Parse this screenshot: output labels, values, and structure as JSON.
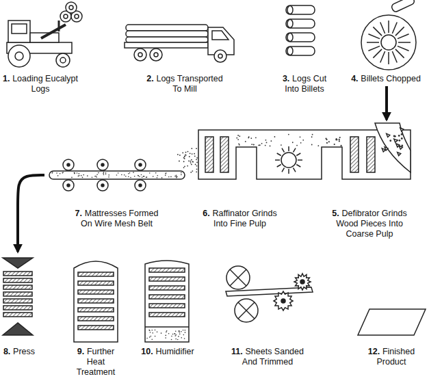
{
  "diagram": {
    "nodes": [
      {
        "text": [
          "1.",
          "Loading Eucalypt Logs"
        ]
      },
      {
        "text": [
          "2.",
          "Logs Transported To Mill"
        ]
      },
      {
        "text": [
          "3.",
          "Logs Cut Into Billets"
        ]
      },
      {
        "text": [
          "4.",
          "Billets Chopped"
        ]
      },
      {
        "text": [
          "5.",
          "Defibrator Grinds Wood Pieces Into Coarse Pulp"
        ]
      },
      {
        "text": [
          "6.",
          "Raffinator Grinds Into Fine Pulp"
        ]
      },
      {
        "text": [
          "7.",
          "Mattresses Formed On Wire Mesh Belt"
        ]
      },
      {
        "text": [
          "8.",
          "Press"
        ]
      },
      {
        "text": [
          "9.",
          "Further Heat Treatment"
        ]
      },
      {
        "text": [
          "10.",
          "Humidifier"
        ]
      },
      {
        "text": [
          "11.",
          "Sheets Sanded And Trimmed"
        ]
      },
      {
        "text": [
          "12.",
          "Finished Product"
        ]
      }
    ],
    "edges": [
      {
        "from": 3,
        "to": 4,
        "arrow": "to"
      },
      {
        "from": 6,
        "to": 7,
        "arrow": "to"
      }
    ]
  }
}
